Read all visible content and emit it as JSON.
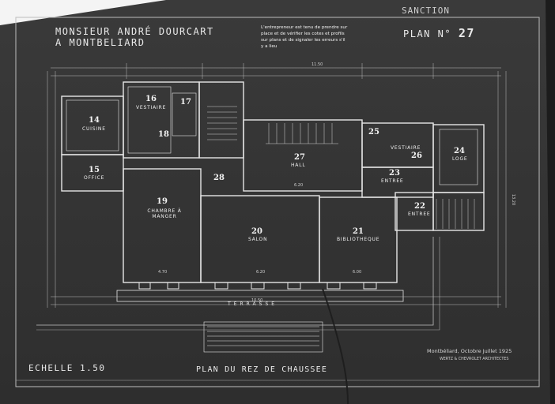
{
  "header": {
    "client_line1": "MONSIEUR ANDRÉ DOURCART",
    "client_line2": "A MONTBELIARD",
    "plan_label": "PLAN N°",
    "plan_number": "27",
    "corner_mark": "SANCTION",
    "note": "L'entrepreneur est tenu de prendre sur place et de vérifier les cotes et profils sur plans et de signaler les erreurs s'il y a lieu"
  },
  "footer": {
    "scale": "ECHELLE 1.50",
    "title": "PLAN DU REZ DE CHAUSSEE",
    "signature_line1": "Montbéliard, Octobre Juillet 1925",
    "signature_line2": "WERTZ & CHEVROLET ARCHITECTES"
  },
  "rooms": [
    {
      "id": "r14",
      "number": "14",
      "label": "CUISINE"
    },
    {
      "id": "r15",
      "number": "15",
      "label": "OFFICE"
    },
    {
      "id": "r16",
      "number": "16",
      "label": "VESTIAIRE"
    },
    {
      "id": "r17",
      "number": "17",
      "label": ""
    },
    {
      "id": "r18",
      "number": "18",
      "label": ""
    },
    {
      "id": "r19",
      "number": "19",
      "label": "CHAMBRE À MANGER"
    },
    {
      "id": "r20",
      "number": "20",
      "label": "SALON"
    },
    {
      "id": "r21",
      "number": "21",
      "label": "BIBLIOTHEQUE"
    },
    {
      "id": "r22",
      "number": "22",
      "label": "ENTREE"
    },
    {
      "id": "r23",
      "number": "23",
      "label": "ENTREE"
    },
    {
      "id": "r24",
      "number": "24",
      "label": "LOGE"
    },
    {
      "id": "r25",
      "number": "25",
      "label": ""
    },
    {
      "id": "r26",
      "number": "26",
      "label": "VESTIAIRE"
    },
    {
      "id": "r27",
      "number": "27",
      "label": "HALL"
    },
    {
      "id": "r28",
      "number": "28",
      "label": ""
    }
  ],
  "terrace_label": "TERRASSE",
  "dimensions": {
    "overall_top": "11.50",
    "terrace_width": "10.50",
    "salon_width": "6.20",
    "biblio_width": "6.00",
    "dining_width": "4.70",
    "hall_depth": "6.20",
    "right_total": "13.20"
  }
}
